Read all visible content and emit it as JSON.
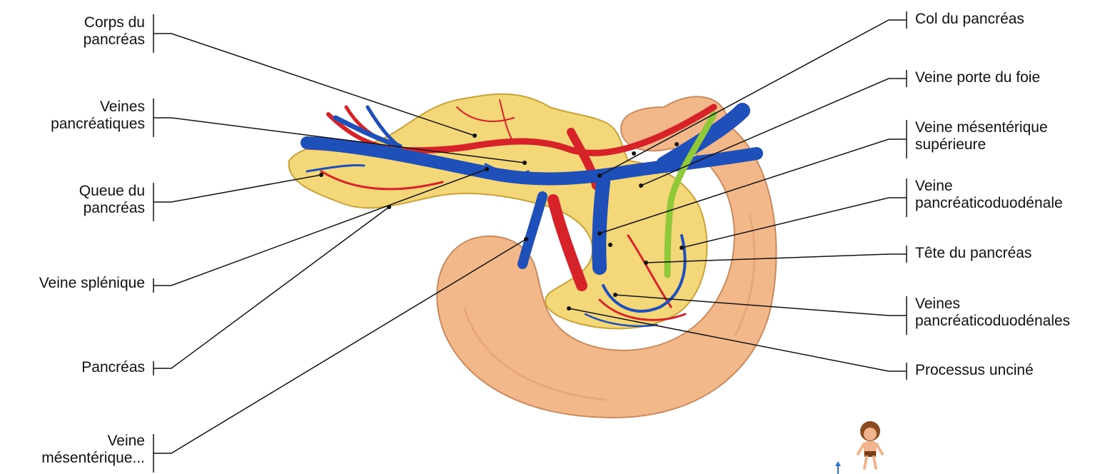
{
  "left_labels": [
    {
      "id": "corps",
      "text": "Corps du\npancréas"
    },
    {
      "id": "veines-pancreatiques",
      "text": "Veines\npancréatiques"
    },
    {
      "id": "queue",
      "text": "Queue du\npancréas"
    },
    {
      "id": "veine-splenique",
      "text": "Veine splénique"
    },
    {
      "id": "pancreas",
      "text": "Pancréas"
    },
    {
      "id": "veine-mesenterique",
      "text": "Veine\nmésentérique..."
    }
  ],
  "right_labels": [
    {
      "id": "col",
      "text": "Col du pancréas"
    },
    {
      "id": "veine-porte",
      "text": "Veine porte du foie"
    },
    {
      "id": "veine-mes-sup",
      "text": "Veine mésentérique\nsupérieure"
    },
    {
      "id": "veine-pd",
      "text": "Veine\npancréaticoduodénale"
    },
    {
      "id": "tete",
      "text": "Tête du pancréas"
    },
    {
      "id": "veines-pd",
      "text": "Veines\npancréaticoduodénales"
    },
    {
      "id": "processus",
      "text": "Processus unciné"
    }
  ],
  "colors": {
    "pancreas_fill": "#f4d778",
    "pancreas_stroke": "#c9a23a",
    "duodenum_fill": "#f3b88a",
    "duodenum_stroke": "#c98a5d",
    "vein": "#1f4fb8",
    "artery": "#d6232a",
    "bile_duct": "#8fc93a",
    "leader": "#111111"
  },
  "icons": [
    "body-orientation-figure-icon",
    "up-arrow-icon"
  ]
}
